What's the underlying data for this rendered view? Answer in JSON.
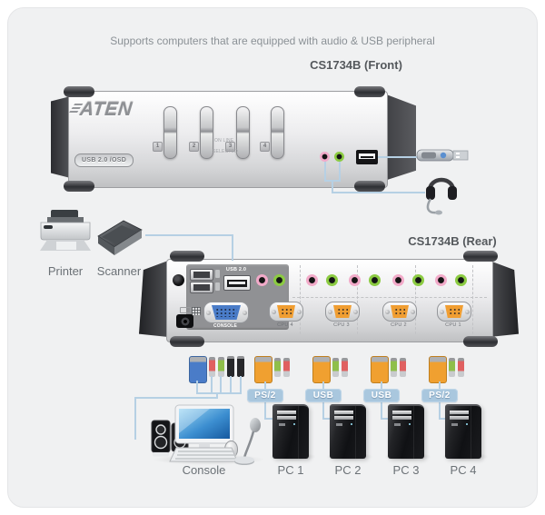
{
  "colors": {
    "connector_line": "#b6d0e4",
    "badge_bg": "#a9c7de",
    "audio_pink": "#f2aac9",
    "audio_green": "#8ccb42",
    "vga_orange": "#f09e32",
    "vga_blue": "#4a7cc8",
    "panel_bg": "#f0f1f2"
  },
  "header": {
    "subtitle": "Supports computers that are equipped with audio & USB peripheral"
  },
  "front_panel": {
    "label": "CS1734B (Front)",
    "brand": "ATEN",
    "badge": "USB 2.0 /OSD",
    "port_numbers": [
      "1",
      "2",
      "3",
      "4"
    ],
    "led_labels": {
      "online": "ON LINE",
      "selected": "SELECTED"
    }
  },
  "rear_panel": {
    "label": "CS1734B (Rear)",
    "usb_port_label": "USB 2.0",
    "console_port_label": "CONSOLE",
    "cpu_port_labels": [
      "CPU 4",
      "CPU 3",
      "CPU 2",
      "CPU 1"
    ]
  },
  "peripherals": {
    "printer": "Printer",
    "scanner": "Scanner"
  },
  "cable_badges": [
    "PS/2",
    "USB",
    "USB",
    "PS/2"
  ],
  "stations": {
    "console": "Console",
    "pcs": [
      "PC 1",
      "PC 2",
      "PC 3",
      "PC 4"
    ]
  }
}
